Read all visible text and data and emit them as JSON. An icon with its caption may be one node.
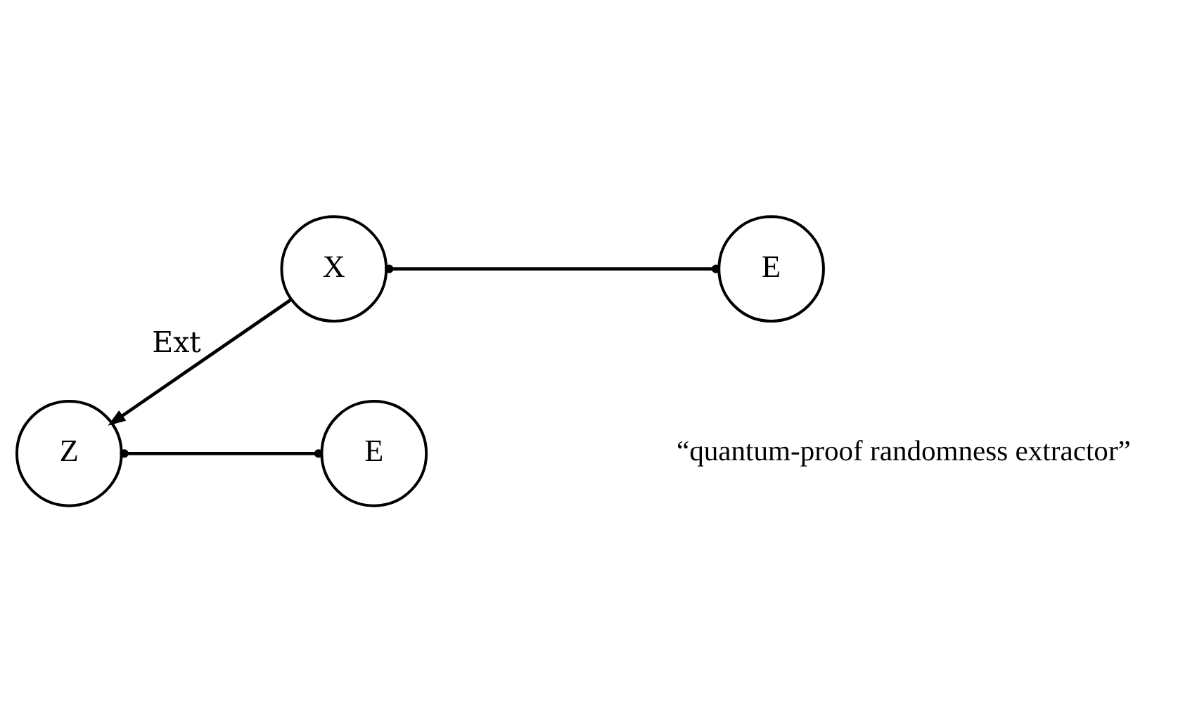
{
  "diagram": {
    "nodes": [
      {
        "text": [
          "X"
        ]
      },
      {
        "text": [
          "E"
        ]
      },
      {
        "text": [
          "Z"
        ]
      },
      {
        "text": [
          "E"
        ]
      }
    ],
    "edges": [
      {
        "from": 0,
        "to": 1,
        "arrow": "other"
      },
      {
        "from": 0,
        "to": 2,
        "arrow": "to",
        "label": "Ext"
      },
      {
        "from": 2,
        "to": 3,
        "arrow": "other"
      }
    ],
    "labels": [
      "“quantum-proof randomness extractor”"
    ]
  }
}
